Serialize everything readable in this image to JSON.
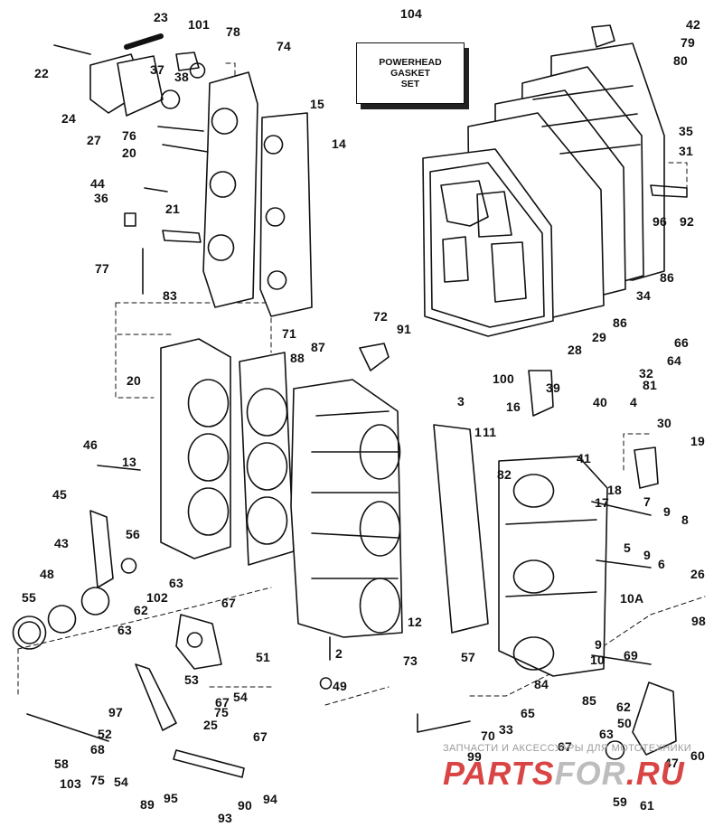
{
  "kit": {
    "line1": "POWERHEAD",
    "line2": "GASKET",
    "line3": "SET"
  },
  "watermark": {
    "caption": "ЗАПЧАСТИ И АКСЕССУАРЫ ДЛЯ МОТОТЕХНИКИ",
    "part1": "PARTS",
    "part2": "FOR",
    "part3": ".RU"
  },
  "colors": {
    "ink": "#111111",
    "watermark_red": "#d94545",
    "watermark_gray": "#bdbdbd"
  },
  "callouts": [
    {
      "text": "104"
    },
    {
      "text": "42"
    },
    {
      "text": "79"
    },
    {
      "text": "80"
    },
    {
      "text": "35"
    },
    {
      "text": "31"
    },
    {
      "text": "92"
    },
    {
      "text": "96"
    },
    {
      "text": "86"
    },
    {
      "text": "34"
    },
    {
      "text": "86"
    },
    {
      "text": "29"
    },
    {
      "text": "28"
    },
    {
      "text": "66"
    },
    {
      "text": "64"
    },
    {
      "text": "32"
    },
    {
      "text": "81"
    },
    {
      "text": "23"
    },
    {
      "text": "101"
    },
    {
      "text": "78"
    },
    {
      "text": "74"
    },
    {
      "text": "22"
    },
    {
      "text": "37"
    },
    {
      "text": "38"
    },
    {
      "text": "24"
    },
    {
      "text": "15"
    },
    {
      "text": "27"
    },
    {
      "text": "76"
    },
    {
      "text": "20"
    },
    {
      "text": "14"
    },
    {
      "text": "44"
    },
    {
      "text": "36"
    },
    {
      "text": "21"
    },
    {
      "text": "77"
    },
    {
      "text": "83"
    },
    {
      "text": "72"
    },
    {
      "text": "71"
    },
    {
      "text": "91"
    },
    {
      "text": "87"
    },
    {
      "text": "88"
    },
    {
      "text": "20"
    },
    {
      "text": "100"
    },
    {
      "text": "39"
    },
    {
      "text": "40"
    },
    {
      "text": "4"
    },
    {
      "text": "16"
    },
    {
      "text": "3"
    },
    {
      "text": "11"
    },
    {
      "text": "1"
    },
    {
      "text": "30"
    },
    {
      "text": "41"
    },
    {
      "text": "19"
    },
    {
      "text": "46"
    },
    {
      "text": "13"
    },
    {
      "text": "82"
    },
    {
      "text": "18"
    },
    {
      "text": "17"
    },
    {
      "text": "45"
    },
    {
      "text": "7"
    },
    {
      "text": "9"
    },
    {
      "text": "8"
    },
    {
      "text": "43"
    },
    {
      "text": "56"
    },
    {
      "text": "5"
    },
    {
      "text": "9"
    },
    {
      "text": "48"
    },
    {
      "text": "6"
    },
    {
      "text": "55"
    },
    {
      "text": "63"
    },
    {
      "text": "67"
    },
    {
      "text": "102"
    },
    {
      "text": "10A"
    },
    {
      "text": "26"
    },
    {
      "text": "62"
    },
    {
      "text": "63"
    },
    {
      "text": "98"
    },
    {
      "text": "12"
    },
    {
      "text": "51"
    },
    {
      "text": "69"
    },
    {
      "text": "57"
    },
    {
      "text": "2"
    },
    {
      "text": "73"
    },
    {
      "text": "9"
    },
    {
      "text": "53"
    },
    {
      "text": "10"
    },
    {
      "text": "67"
    },
    {
      "text": "54"
    },
    {
      "text": "49"
    },
    {
      "text": "84"
    },
    {
      "text": "75"
    },
    {
      "text": "85"
    },
    {
      "text": "97"
    },
    {
      "text": "65"
    },
    {
      "text": "25"
    },
    {
      "text": "33"
    },
    {
      "text": "62"
    },
    {
      "text": "52"
    },
    {
      "text": "68"
    },
    {
      "text": "70"
    },
    {
      "text": "50"
    },
    {
      "text": "99"
    },
    {
      "text": "67"
    },
    {
      "text": "63"
    },
    {
      "text": "67"
    },
    {
      "text": "58"
    },
    {
      "text": "75"
    },
    {
      "text": "54"
    },
    {
      "text": "47"
    },
    {
      "text": "60"
    },
    {
      "text": "103"
    },
    {
      "text": "95"
    },
    {
      "text": "94"
    },
    {
      "text": "89"
    },
    {
      "text": "90"
    },
    {
      "text": "93"
    },
    {
      "text": "59"
    },
    {
      "text": "61"
    }
  ]
}
